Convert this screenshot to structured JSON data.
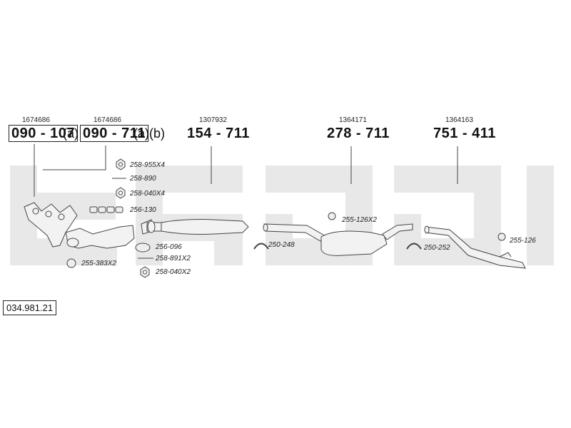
{
  "document_number": "034.981.21",
  "parts": [
    {
      "oem": "1674686",
      "number": "090 - 107",
      "suffix": "(a)"
    },
    {
      "oem": "1674686",
      "number": "090 - 711",
      "suffix": "(a)(b)"
    },
    {
      "oem": "1307932",
      "number": "154 - 711",
      "suffix": ""
    },
    {
      "oem": "1364171",
      "number": "278 - 711",
      "suffix": ""
    },
    {
      "oem": "1364163",
      "number": "751 - 411",
      "suffix": ""
    }
  ],
  "accessories": {
    "a258_955": "258-955X4",
    "a258_890": "258-890",
    "a258_040x4": "258-040X4",
    "a256_130": "256-130",
    "a256_096": "256-096",
    "a258_891": "258-891X2",
    "a258_040x2": "258-040X2",
    "a255_383": "255-383X2",
    "a250_248": "250-248",
    "a255_126x2": "255-126X2",
    "a250_252": "250-252",
    "a255_126": "255-126"
  },
  "colors": {
    "line": "#444444",
    "watermark": "#e6e6e6",
    "part_fill": "#f2f2f2"
  }
}
